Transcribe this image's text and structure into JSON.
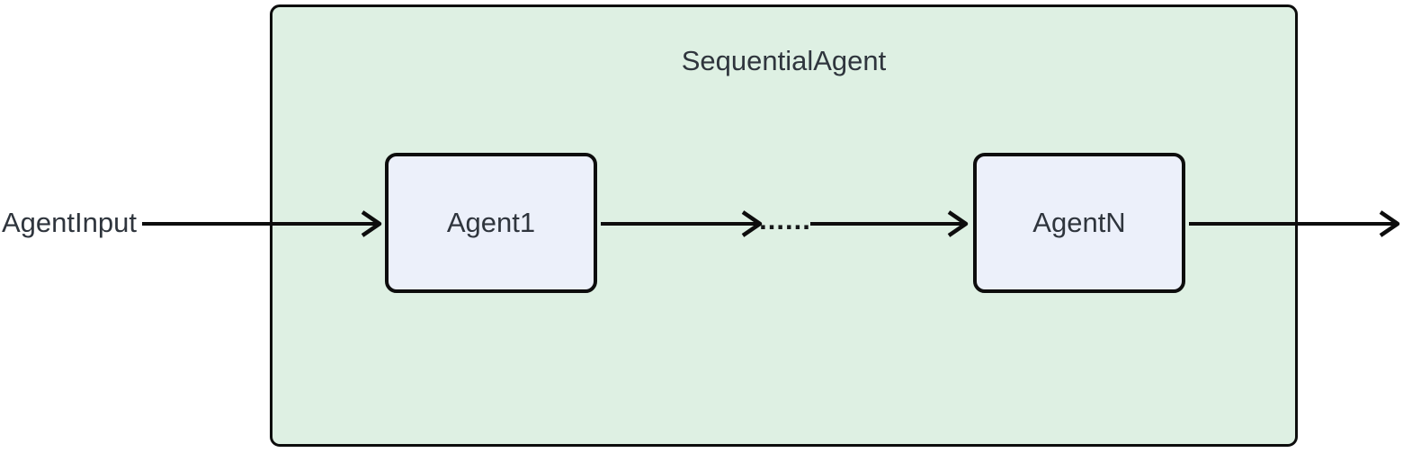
{
  "diagram": {
    "type": "flowchart",
    "container": {
      "label": "SequentialAgent"
    },
    "input_label": "AgentInput",
    "nodes": [
      {
        "id": "agent1",
        "label": "Agent1"
      },
      {
        "id": "agentn",
        "label": "AgentN"
      }
    ],
    "ellipsis_label": "......",
    "edges": [
      {
        "from": "AgentInput",
        "to": "Agent1"
      },
      {
        "from": "Agent1",
        "to": "......"
      },
      {
        "from": "......",
        "to": "AgentN"
      },
      {
        "from": "AgentN",
        "to": "output"
      }
    ],
    "colors": {
      "container_fill": "#def0e3",
      "container_border": "#0d0d0d",
      "node_fill": "#ecf0fa",
      "node_border": "#0d0d0d",
      "arrow": "#0d0d0d",
      "text": "#2f353d",
      "background": "#ffffff"
    }
  }
}
